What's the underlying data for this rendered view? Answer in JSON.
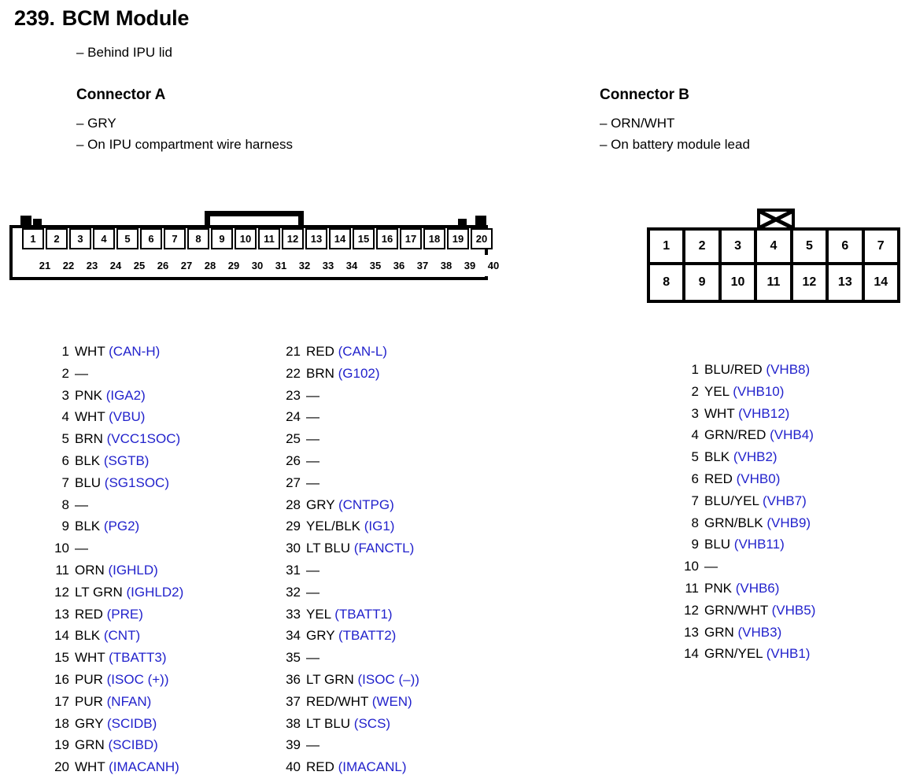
{
  "header": {
    "number": "239.",
    "title": "BCM Module",
    "subtitle": "– Behind IPU lid"
  },
  "connector_a": {
    "heading": "Connector A",
    "notes": [
      "– GRY",
      "– On IPU compartment wire harness"
    ],
    "diagram": {
      "top_row": [
        "1",
        "2",
        "3",
        "4",
        "5",
        "6",
        "7",
        "8",
        "9",
        "10",
        "11",
        "12",
        "13",
        "14",
        "15",
        "16",
        "17",
        "18",
        "19",
        "20"
      ],
      "bottom_row": [
        "21",
        "22",
        "23",
        "24",
        "25",
        "26",
        "27",
        "28",
        "29",
        "30",
        "31",
        "32",
        "33",
        "34",
        "35",
        "36",
        "37",
        "38",
        "39",
        "40"
      ]
    },
    "pins": [
      {
        "num": "1",
        "color": "WHT",
        "signal": "(CAN-H)"
      },
      {
        "num": "2",
        "color": "—",
        "signal": ""
      },
      {
        "num": "3",
        "color": "PNK",
        "signal": "(IGA2)"
      },
      {
        "num": "4",
        "color": "WHT",
        "signal": "(VBU)"
      },
      {
        "num": "5",
        "color": "BRN",
        "signal": "(VCC1SOC)"
      },
      {
        "num": "6",
        "color": "BLK",
        "signal": "(SGTB)"
      },
      {
        "num": "7",
        "color": "BLU",
        "signal": "(SG1SOC)"
      },
      {
        "num": "8",
        "color": "—",
        "signal": ""
      },
      {
        "num": "9",
        "color": "BLK",
        "signal": "(PG2)"
      },
      {
        "num": "10",
        "color": "—",
        "signal": ""
      },
      {
        "num": "11",
        "color": "ORN",
        "signal": "(IGHLD)"
      },
      {
        "num": "12",
        "color": "LT GRN",
        "signal": "(IGHLD2)"
      },
      {
        "num": "13",
        "color": "RED",
        "signal": "(PRE)"
      },
      {
        "num": "14",
        "color": "BLK",
        "signal": "(CNT)"
      },
      {
        "num": "15",
        "color": "WHT",
        "signal": "(TBATT3)"
      },
      {
        "num": "16",
        "color": "PUR",
        "signal": "(ISOC (+))"
      },
      {
        "num": "17",
        "color": "PUR",
        "signal": "(NFAN)"
      },
      {
        "num": "18",
        "color": "GRY",
        "signal": "(SCIDB)"
      },
      {
        "num": "19",
        "color": "GRN",
        "signal": "(SCIBD)"
      },
      {
        "num": "20",
        "color": "WHT",
        "signal": "(IMACANH)"
      },
      {
        "num": "21",
        "color": "RED",
        "signal": "(CAN-L)"
      },
      {
        "num": "22",
        "color": "BRN",
        "signal": "(G102)"
      },
      {
        "num": "23",
        "color": "—",
        "signal": ""
      },
      {
        "num": "24",
        "color": "—",
        "signal": ""
      },
      {
        "num": "25",
        "color": "—",
        "signal": ""
      },
      {
        "num": "26",
        "color": "—",
        "signal": ""
      },
      {
        "num": "27",
        "color": "—",
        "signal": ""
      },
      {
        "num": "28",
        "color": "GRY",
        "signal": "(CNTPG)"
      },
      {
        "num": "29",
        "color": "YEL/BLK",
        "signal": "(IG1)"
      },
      {
        "num": "30",
        "color": "LT BLU",
        "signal": "(FANCTL)"
      },
      {
        "num": "31",
        "color": "—",
        "signal": ""
      },
      {
        "num": "32",
        "color": "—",
        "signal": ""
      },
      {
        "num": "33",
        "color": "YEL",
        "signal": "(TBATT1)"
      },
      {
        "num": "34",
        "color": "GRY",
        "signal": "(TBATT2)"
      },
      {
        "num": "35",
        "color": "—",
        "signal": ""
      },
      {
        "num": "36",
        "color": "LT GRN",
        "signal": "(ISOC (–))"
      },
      {
        "num": "37",
        "color": "RED/WHT",
        "signal": "(WEN)"
      },
      {
        "num": "38",
        "color": "LT BLU",
        "signal": "(SCS)"
      },
      {
        "num": "39",
        "color": "—",
        "signal": ""
      },
      {
        "num": "40",
        "color": "RED",
        "signal": "(IMACANL)"
      }
    ]
  },
  "connector_b": {
    "heading": "Connector B",
    "notes": [
      "– ORN/WHT",
      "– On battery module lead"
    ],
    "diagram": {
      "top_row": [
        "1",
        "2",
        "3",
        "4",
        "5",
        "6",
        "7"
      ],
      "bottom_row": [
        "8",
        "9",
        "10",
        "11",
        "12",
        "13",
        "14"
      ]
    },
    "pins": [
      {
        "num": "1",
        "color": "BLU/RED",
        "signal": "(VHB8)"
      },
      {
        "num": "2",
        "color": "YEL",
        "signal": "(VHB10)"
      },
      {
        "num": "3",
        "color": "WHT",
        "signal": "(VHB12)"
      },
      {
        "num": "4",
        "color": "GRN/RED",
        "signal": "(VHB4)"
      },
      {
        "num": "5",
        "color": "BLK",
        "signal": "(VHB2)"
      },
      {
        "num": "6",
        "color": "RED",
        "signal": "(VHB0)"
      },
      {
        "num": "7",
        "color": "BLU/YEL",
        "signal": "(VHB7)"
      },
      {
        "num": "8",
        "color": "GRN/BLK",
        "signal": "(VHB9)"
      },
      {
        "num": "9",
        "color": "BLU",
        "signal": "(VHB11)"
      },
      {
        "num": "10",
        "color": "—",
        "signal": ""
      },
      {
        "num": "11",
        "color": "PNK",
        "signal": "(VHB6)"
      },
      {
        "num": "12",
        "color": "GRN/WHT",
        "signal": "(VHB5)"
      },
      {
        "num": "13",
        "color": "GRN",
        "signal": "(VHB3)"
      },
      {
        "num": "14",
        "color": "GRN/YEL",
        "signal": "(VHB1)"
      }
    ]
  },
  "colors": {
    "signal_blue": "#2222cc",
    "ink_black": "#000000"
  }
}
